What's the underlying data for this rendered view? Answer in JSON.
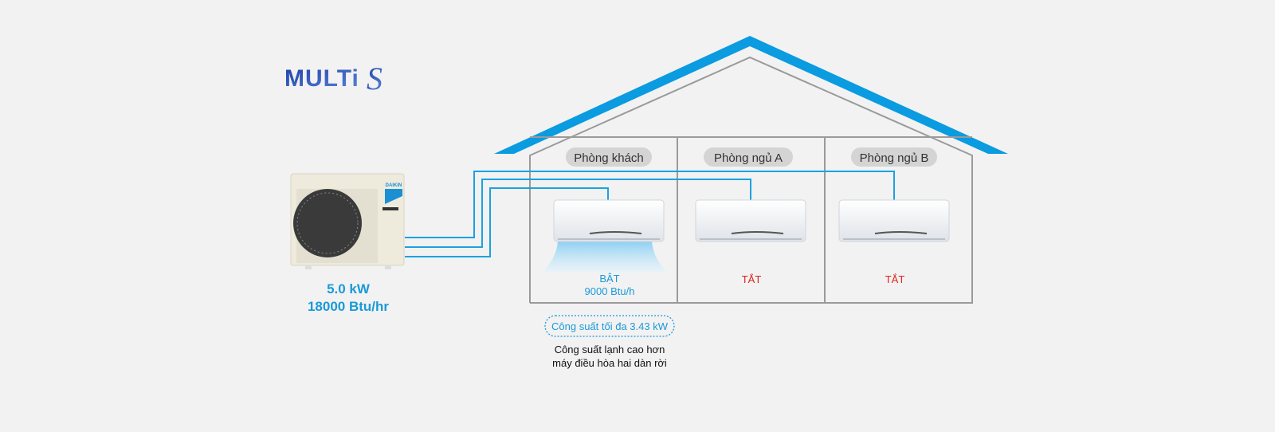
{
  "logo": {
    "text": "MULTi",
    "mark": "S"
  },
  "outdoor_unit": {
    "brand": "DAIKIN",
    "capacity_kw": "5.0 kW",
    "capacity_btu": "18000 Btu/hr"
  },
  "rooms": [
    {
      "name": "Phòng khách",
      "status": "BẬT",
      "capacity": "9000 Btu/h"
    },
    {
      "name": "Phòng ngủ A",
      "status": "TẮT"
    },
    {
      "name": "Phòng ngủ B",
      "status": "TẮT"
    }
  ],
  "note": {
    "badge": "Công suất tối đa 3.43 kW",
    "line1": "Công suất lạnh cao hơn",
    "line2": "máy điều hòa hai dàn rời"
  },
  "colors": {
    "roof": "#0a9be0",
    "pipe": "#1aa3e0",
    "off": "#d9251c",
    "on": "#1a9ad9"
  }
}
